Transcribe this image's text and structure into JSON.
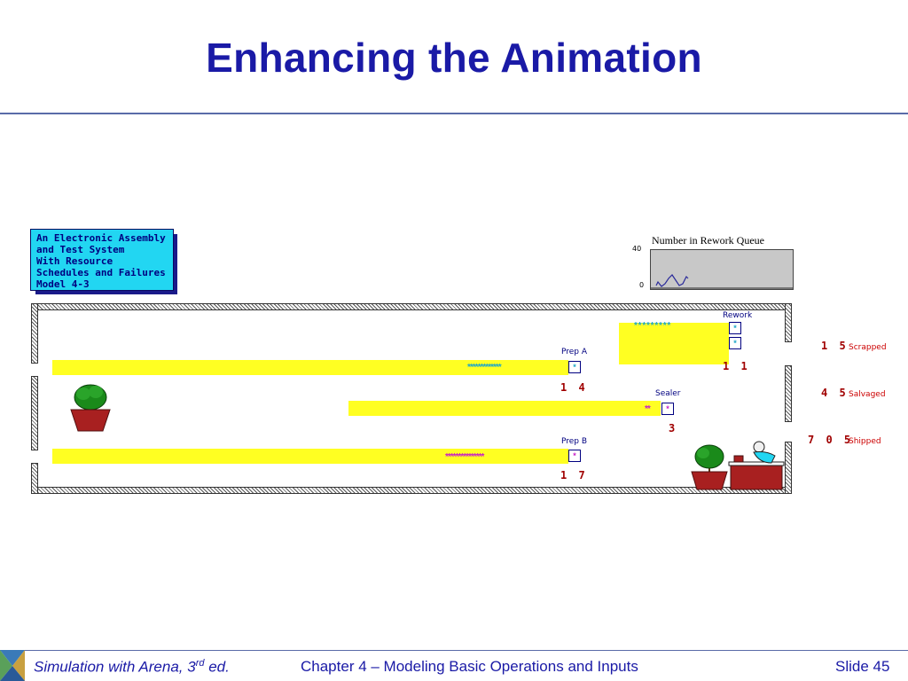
{
  "slide": {
    "title": "Enhancing the Animation"
  },
  "info_box": {
    "lines": [
      "An Electronic Assembly",
      "and Test System",
      "With Resource",
      "Schedules and Failures",
      "Model 4-3"
    ]
  },
  "rework_plot": {
    "title": "Number in Rework Queue",
    "y_max": "40",
    "y_min": "0"
  },
  "stations": {
    "prep_a": {
      "label": "Prep A",
      "count": "1 4"
    },
    "prep_b": {
      "label": "Prep B",
      "count": "1 7"
    },
    "sealer": {
      "label": "Sealer",
      "count": "3"
    },
    "rework": {
      "label": "Rework",
      "count": "1 1"
    }
  },
  "stats": {
    "scrapped": {
      "value": "1 5",
      "label": "Scrapped"
    },
    "salvaged": {
      "value": "4 5",
      "label": "Salvaged"
    },
    "shipped": {
      "value": "7 0 5",
      "label": "Shipped"
    }
  },
  "queues": {
    "prep_a_dots": "*************",
    "prep_b_dots": "***************",
    "rework_dots": "* * * * * * * * *",
    "sealer_dots": "**"
  },
  "colors": {
    "title": "#1a1aa6",
    "info_box": "#22d6f2",
    "conveyor": "#ffff22",
    "count": "#a00000",
    "stat_label": "#cc0000",
    "entity_cyan": "#1ea7c8",
    "entity_magenta": "#c71ec7"
  },
  "footer": {
    "book": "Simulation with Arena, 3",
    "book_sup": "rd",
    "book_ed": " ed.",
    "chapter": "Chapter 4 – Modeling Basic Operations and Inputs",
    "slide": "Slide 45"
  }
}
